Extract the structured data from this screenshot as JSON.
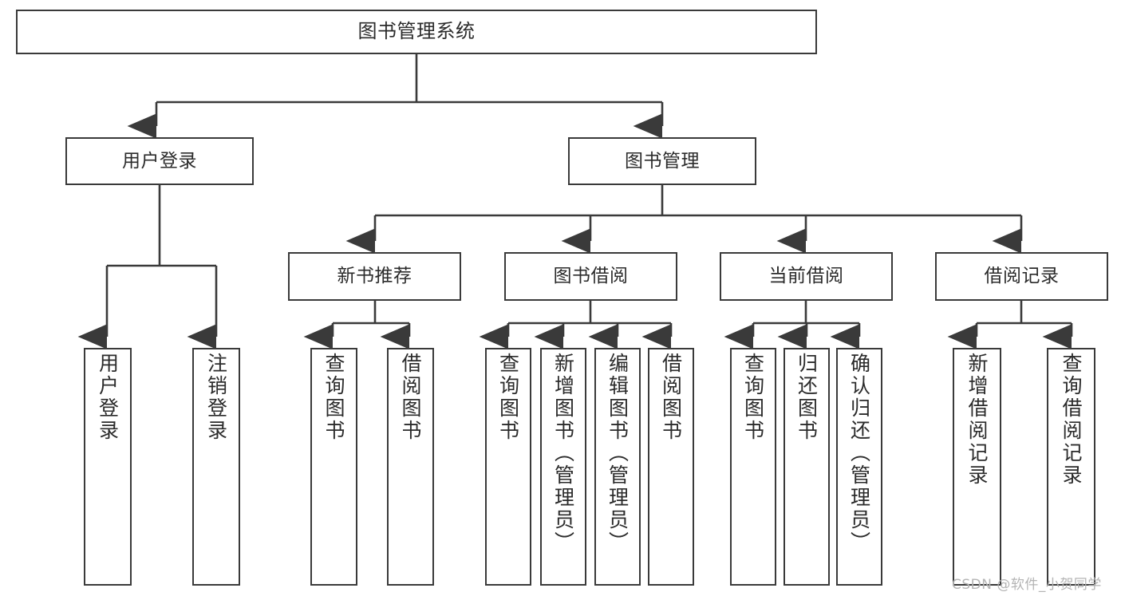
{
  "diagram": {
    "title": "图书管理系统",
    "type": "hierarchy-tree",
    "watermark": "CSDN @软件_小贺同学",
    "colors": {
      "stroke": "#3a3a3a",
      "fill": "#ffffff",
      "text": "#2b2b2b",
      "watermark": "#b4b4b4"
    },
    "nodes": {
      "root": {
        "label": "图书管理系统"
      },
      "level1": [
        {
          "id": "user-login",
          "label": "用户登录"
        },
        {
          "id": "book-manage",
          "label": "图书管理"
        }
      ],
      "level2": [
        {
          "id": "new-book-rec",
          "label": "新书推荐"
        },
        {
          "id": "book-borrow",
          "label": "图书借阅"
        },
        {
          "id": "current-borrow",
          "label": "当前借阅"
        },
        {
          "id": "borrow-record",
          "label": "借阅记录"
        }
      ],
      "leaves": [
        {
          "id": "leaf-user-login",
          "label": "用户登录"
        },
        {
          "id": "leaf-logout-login",
          "label": "注销登录"
        },
        {
          "id": "leaf-query-book-1",
          "label": "查询图书"
        },
        {
          "id": "leaf-borrow-book-1",
          "label": "借阅图书"
        },
        {
          "id": "leaf-query-book-2",
          "label": "查询图书"
        },
        {
          "id": "leaf-add-book",
          "label": "新增图书（管理员）"
        },
        {
          "id": "leaf-edit-book",
          "label": "编辑图书（管理员）"
        },
        {
          "id": "leaf-borrow-book-2",
          "label": "借阅图书"
        },
        {
          "id": "leaf-query-book-3",
          "label": "查询图书"
        },
        {
          "id": "leaf-return-book",
          "label": "归还图书"
        },
        {
          "id": "leaf-confirm-return",
          "label": "确认归还（管理员）"
        },
        {
          "id": "leaf-add-record",
          "label": "新增借阅记录"
        },
        {
          "id": "leaf-query-record",
          "label": "查询借阅记录"
        }
      ]
    }
  }
}
